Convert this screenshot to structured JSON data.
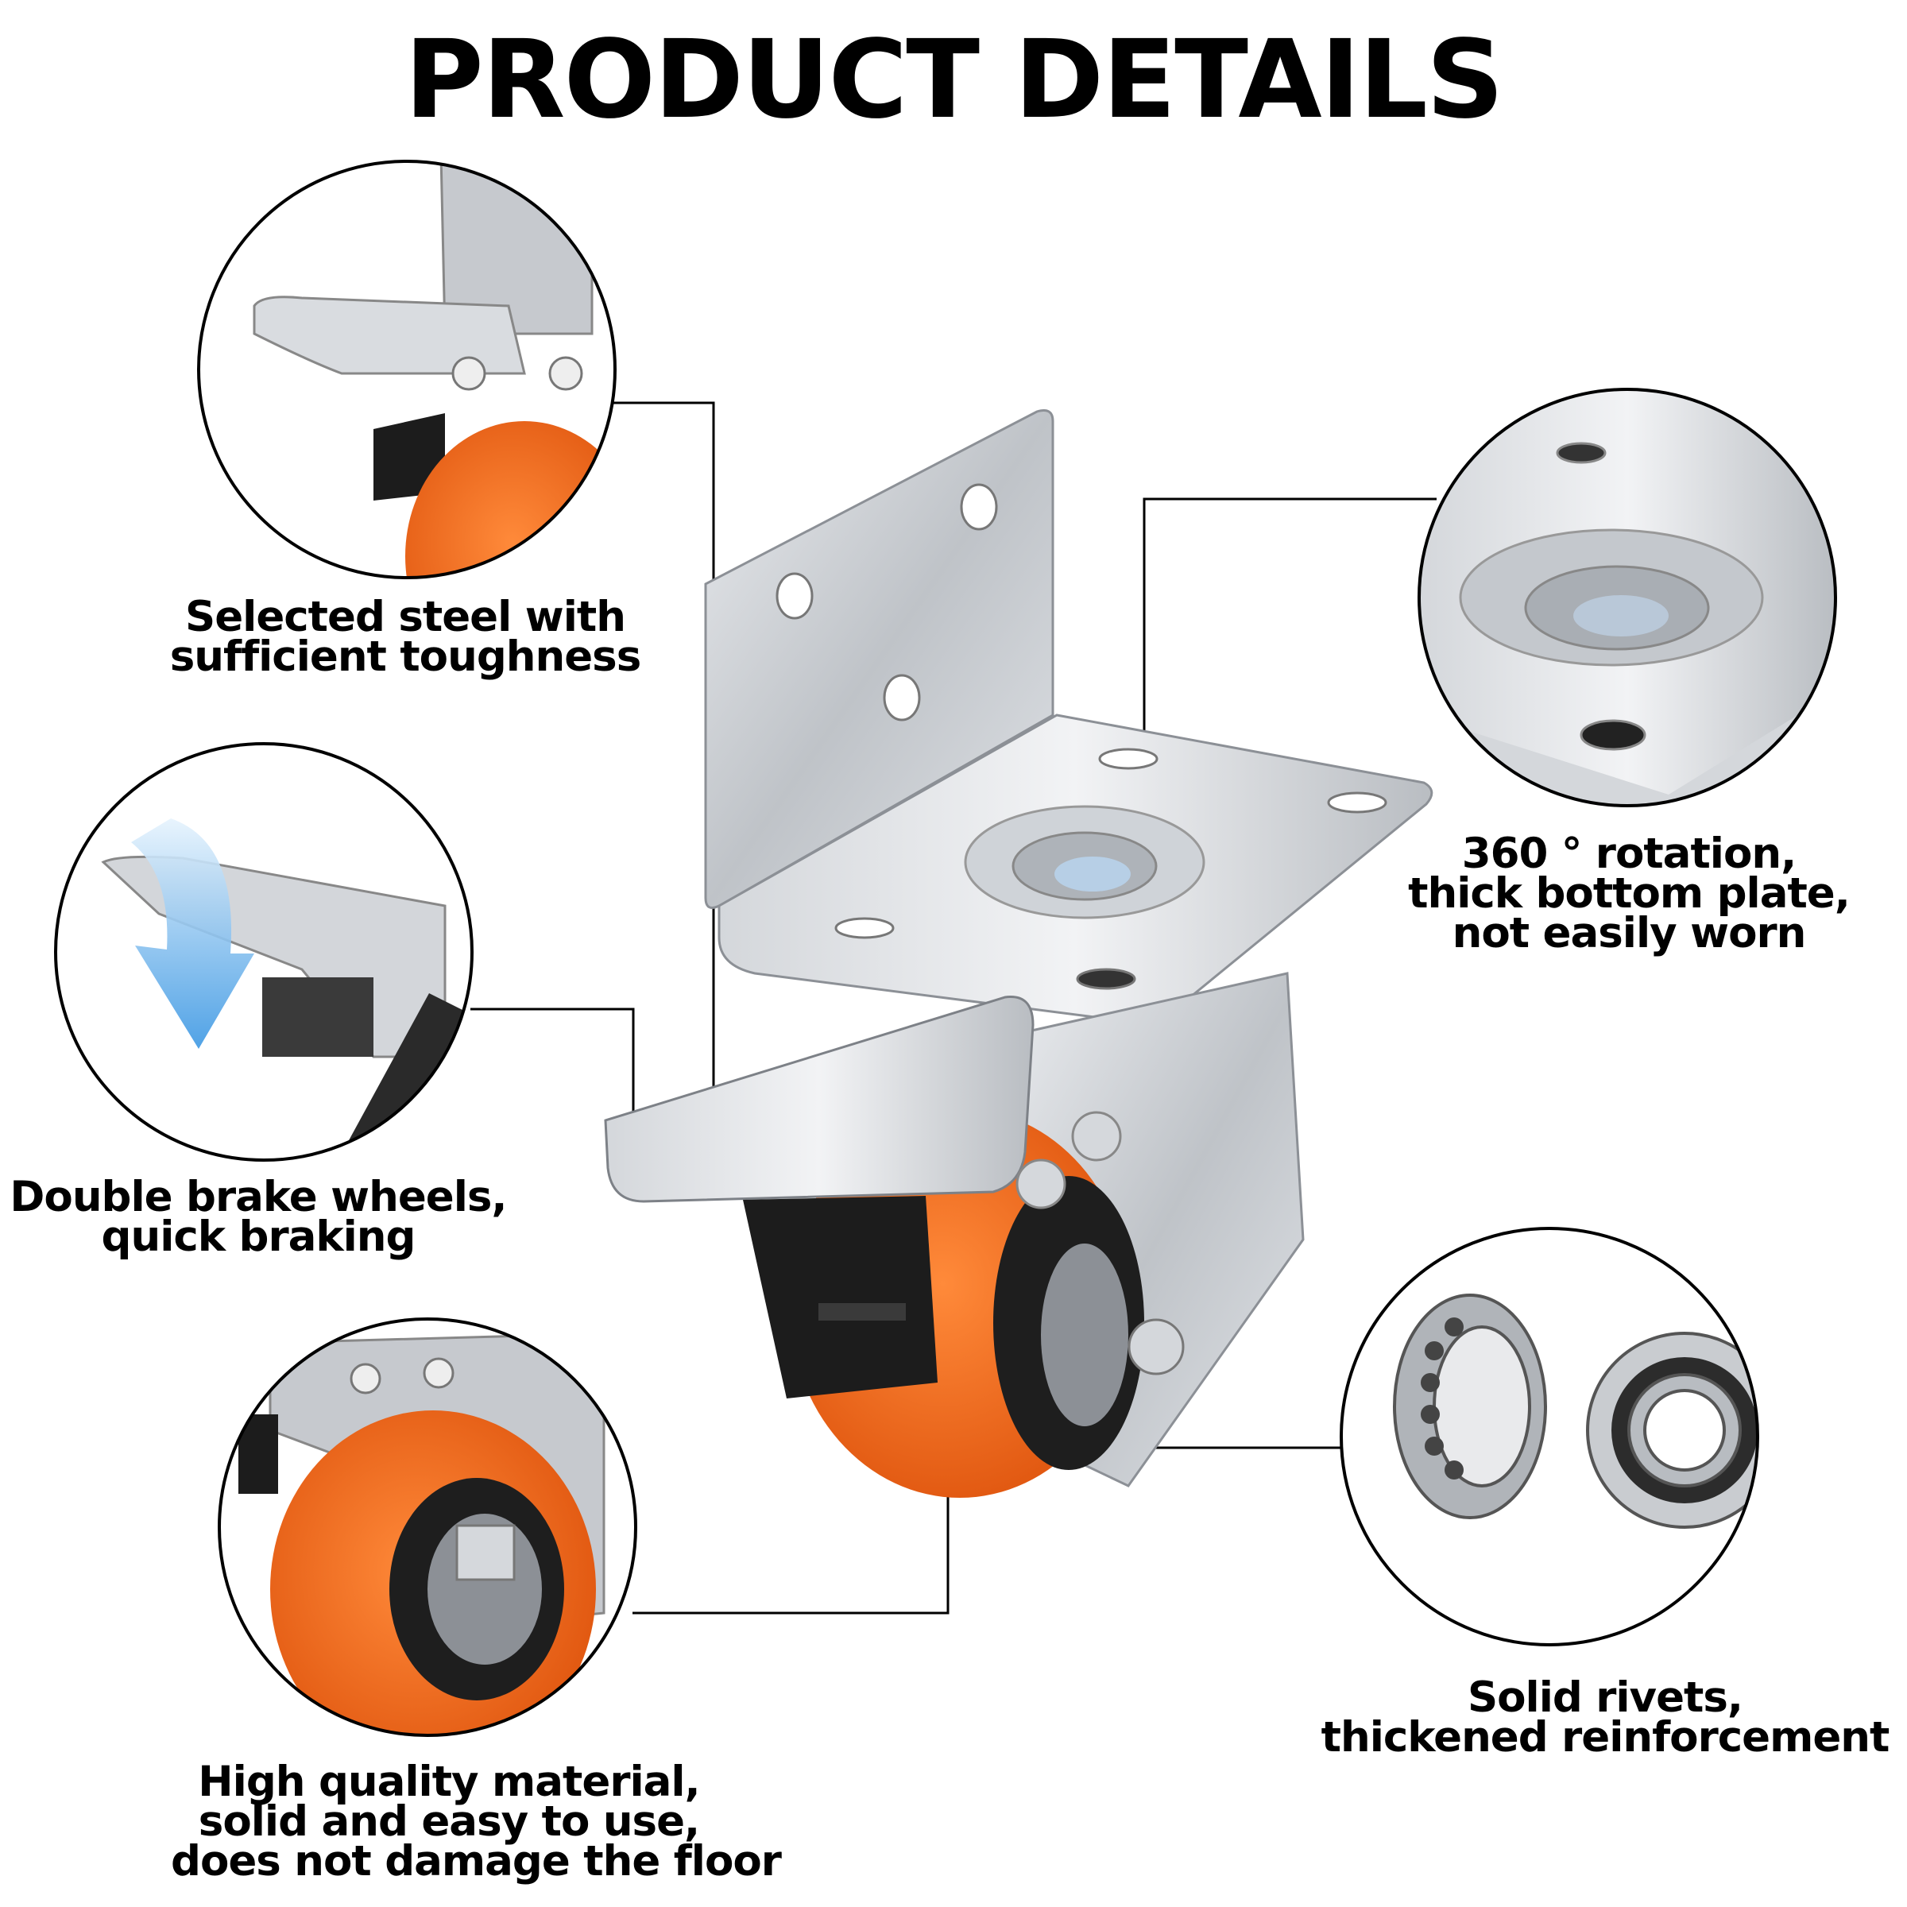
{
  "title": "PRODUCT DETAILS",
  "callouts": [
    {
      "lines": [
        "Selected steel with",
        "sufficient toughness"
      ]
    },
    {
      "lines": [
        "Double brake wheels,",
        "quick braking"
      ]
    },
    {
      "lines": [
        "High quality material,",
        "solid and easy to use,",
        "does not damage the floor"
      ]
    },
    {
      "lines": [
        "360 ° rotation,",
        "thick bottom plate,",
        "not easily worn"
      ]
    },
    {
      "lines": [
        "Solid rivets,",
        "thickened reinforcement"
      ]
    }
  ],
  "colors": {
    "accent_orange": "#f06a1c",
    "steel": "#c9ccd0",
    "brake_black": "#1c1c1c",
    "outline": "#000000",
    "arrow_blue": "#4aa3e8"
  }
}
